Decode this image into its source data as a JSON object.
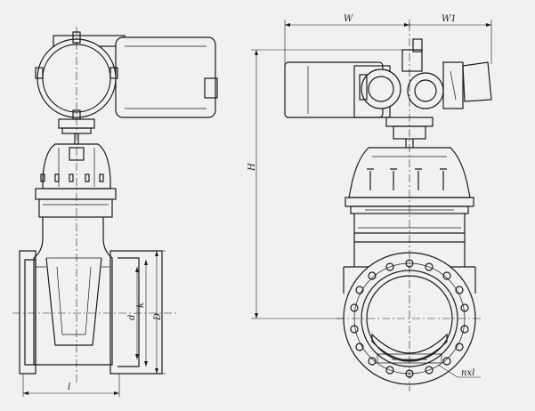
{
  "labels": {
    "w": "W",
    "w1": "W1",
    "h": "H",
    "l": "l",
    "d": "d",
    "k": "k",
    "D": "D",
    "nxl": "nxl"
  },
  "colors": {
    "background": "#f1f1f1",
    "line": "#1a1a1a"
  }
}
